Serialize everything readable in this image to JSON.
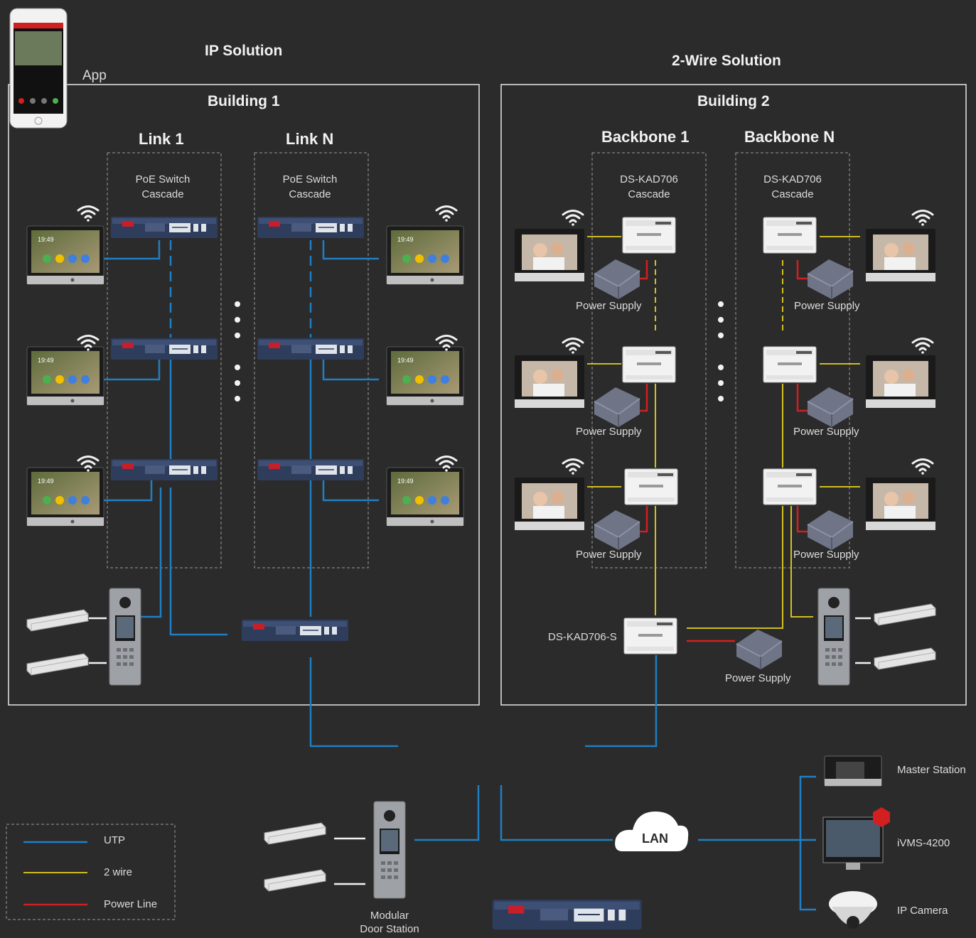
{
  "titles": {
    "ip_solution": "IP Solution",
    "two_wire_solution": "2-Wire Solution",
    "building1": "Building 1",
    "building2": "Building 2",
    "link1": "Link 1",
    "linkN": "Link N",
    "backbone1": "Backbone 1",
    "backboneN": "Backbone N"
  },
  "labels": {
    "app": "App",
    "poe_switch_cascade_line1": "PoE Switch",
    "poe_switch_cascade_line2": "Cascade",
    "kad706_line1": "DS-KAD706",
    "kad706_line2": "Cascade",
    "power_supply": "Power Supply",
    "kad706s": "DS-KAD706-S",
    "modular_door_station_line1": "Modular",
    "modular_door_station_line2": "Door Station",
    "lan": "LAN",
    "master_station": "Master Station",
    "ivms": "iVMS-4200",
    "ip_camera": "IP Camera",
    "indoor_time": "19:49"
  },
  "legend": [
    {
      "label": "UTP",
      "color": "#1f7fc4"
    },
    {
      "label": "2 wire",
      "color": "#e6d21c"
    },
    {
      "label": "Power Line",
      "color": "#d21f1f"
    }
  ],
  "colors": {
    "utp": "#1f7fc4",
    "two_wire": "#e6d21c",
    "power": "#d21f1f",
    "background": "#2b2b2b",
    "frame": "#e6e6e6"
  }
}
